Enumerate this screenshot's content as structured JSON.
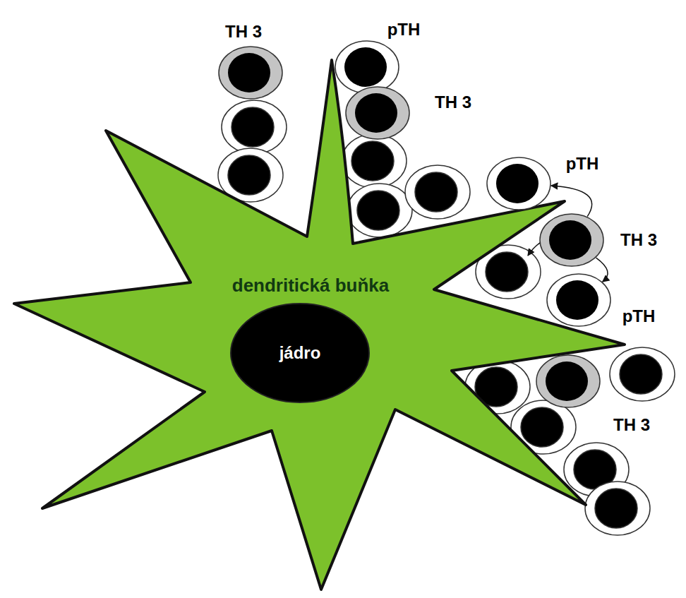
{
  "diagram": {
    "nodes": [
      {
        "text": [
          "dendritická buňka"
        ]
      },
      {
        "text": [
          "jádro"
        ],
        "in": 0
      },
      {
        "text": [
          "TH 3"
        ]
      },
      {
        "text": [
          "pTH"
        ]
      },
      {
        "text": [
          "TH 3"
        ]
      },
      {
        "text": [
          "pTH"
        ]
      },
      {
        "text": [
          "TH 3"
        ]
      },
      {
        "text": [
          "pTH"
        ]
      },
      {
        "text": [
          "TH 3"
        ]
      }
    ],
    "edges": [
      {
        "from": 6,
        "to": 5,
        "arrow": "to"
      },
      {
        "from": 6,
        "to": 7,
        "arrow": "to"
      }
    ]
  }
}
